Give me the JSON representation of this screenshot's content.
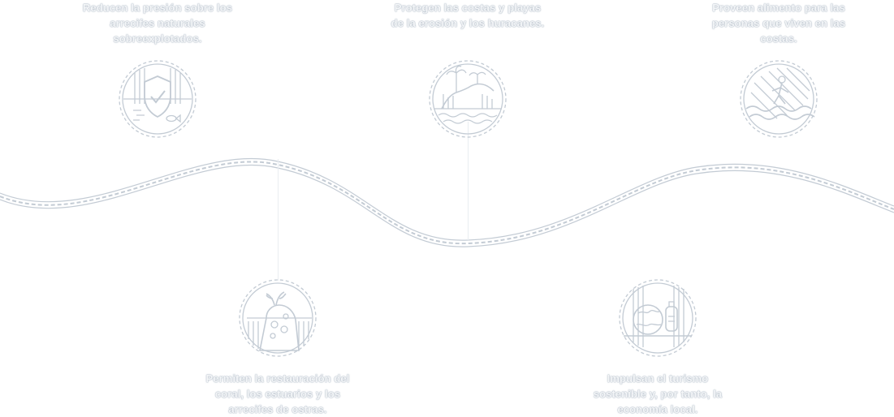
{
  "benefits": {
    "top": [
      {
        "text": "Reducen la presión sobre los arrecifes naturales sobreexplotados.",
        "icon": "shield-fish-icon"
      },
      {
        "text": "Protegen las costas y playas de la erosión y los huracanes.",
        "icon": "palm-waves-icon"
      },
      {
        "text": "Proveen alimento para las personas que viven en las costas.",
        "icon": "person-waves-icon"
      }
    ],
    "bottom": [
      {
        "text": "Permiten la restauración del coral, los estuarios y los arrecifes de ostras.",
        "icon": "coral-reef-icon"
      },
      {
        "text": "Impulsan el turismo sostenible y, por tanto, la economía local.",
        "icon": "globe-diver-icon"
      }
    ]
  },
  "colors": {
    "line": "#c3cbd4",
    "text_outline": "#a9b4c0",
    "background": "#ffffff"
  }
}
